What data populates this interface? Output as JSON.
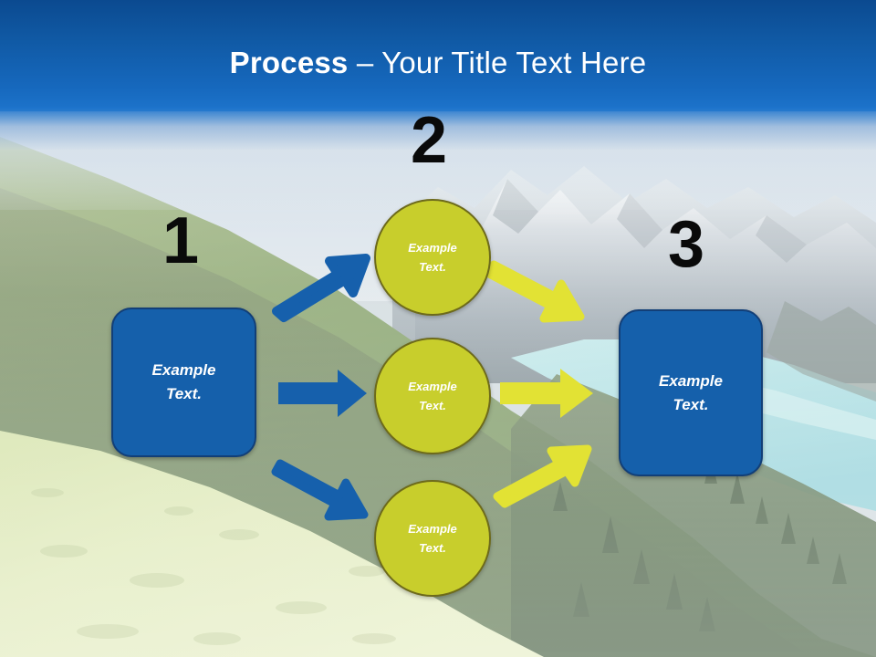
{
  "slide": {
    "title_strong": "Process",
    "title_rest": " – Your Title Text Here",
    "background_description": "mountain-lake-landscape-photo"
  },
  "theme": {
    "banner_top": "#0b4a90",
    "banner_bottom": "#1d74cc",
    "box_fill": "#1560ab",
    "box_border": "#123f78",
    "circle_fill": "#c8ce2c",
    "circle_border": "#6d6a1b",
    "arrow_blue": "#1660ac",
    "arrow_yellow": "#e2e234",
    "number_color": "#0a0a0a",
    "text_on_shape": "#ffffff"
  },
  "steps": [
    {
      "number": "1",
      "label_line1": "Example",
      "label_line2": "Text."
    },
    {
      "number": "2",
      "label_line1": "Example",
      "label_line2": "Text."
    },
    {
      "number": "3",
      "label_line1": "Example",
      "label_line2": "Text."
    }
  ],
  "middle_nodes": [
    {
      "label_line1": "Example",
      "label_line2": "Text."
    },
    {
      "label_line1": "Example",
      "label_line2": "Text."
    },
    {
      "label_line1": "Example",
      "label_line2": "Text."
    }
  ],
  "connectors": [
    {
      "name": "blue-arrow-up",
      "color": "#1660ac",
      "direction": "up-right"
    },
    {
      "name": "blue-arrow-middle",
      "color": "#1660ac",
      "direction": "right"
    },
    {
      "name": "blue-arrow-down",
      "color": "#1660ac",
      "direction": "down-right"
    },
    {
      "name": "yellow-arrow-down",
      "color": "#e2e234",
      "direction": "down-right"
    },
    {
      "name": "yellow-arrow-middle",
      "color": "#e2e234",
      "direction": "right"
    },
    {
      "name": "yellow-arrow-up",
      "color": "#e2e234",
      "direction": "up-right"
    }
  ]
}
